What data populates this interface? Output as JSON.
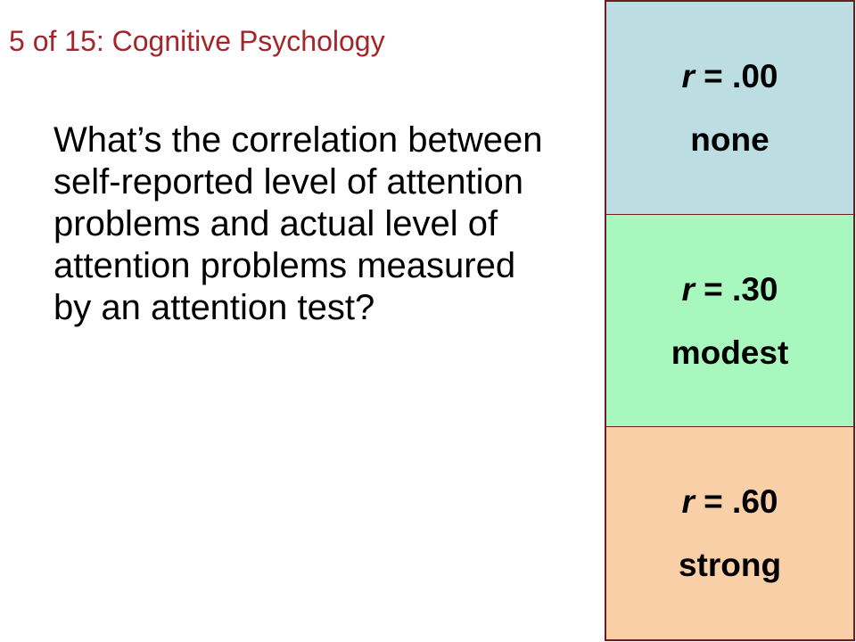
{
  "slide": {
    "header": "5 of 15: Cognitive Psychology",
    "question": "What’s the correlation between self-reported level of attention problems and actual level of attention problems measured by an attention test?"
  },
  "answers": [
    {
      "r_letter": "r",
      "r_value": " = .00",
      "label": "none",
      "color": "#bcdde1"
    },
    {
      "r_letter": "r",
      "r_value": " = .30",
      "label": "modest",
      "color": "#a8f7bf"
    },
    {
      "r_letter": "r",
      "r_value": " = .60",
      "label": "strong",
      "color": "#f8cfa6"
    }
  ]
}
